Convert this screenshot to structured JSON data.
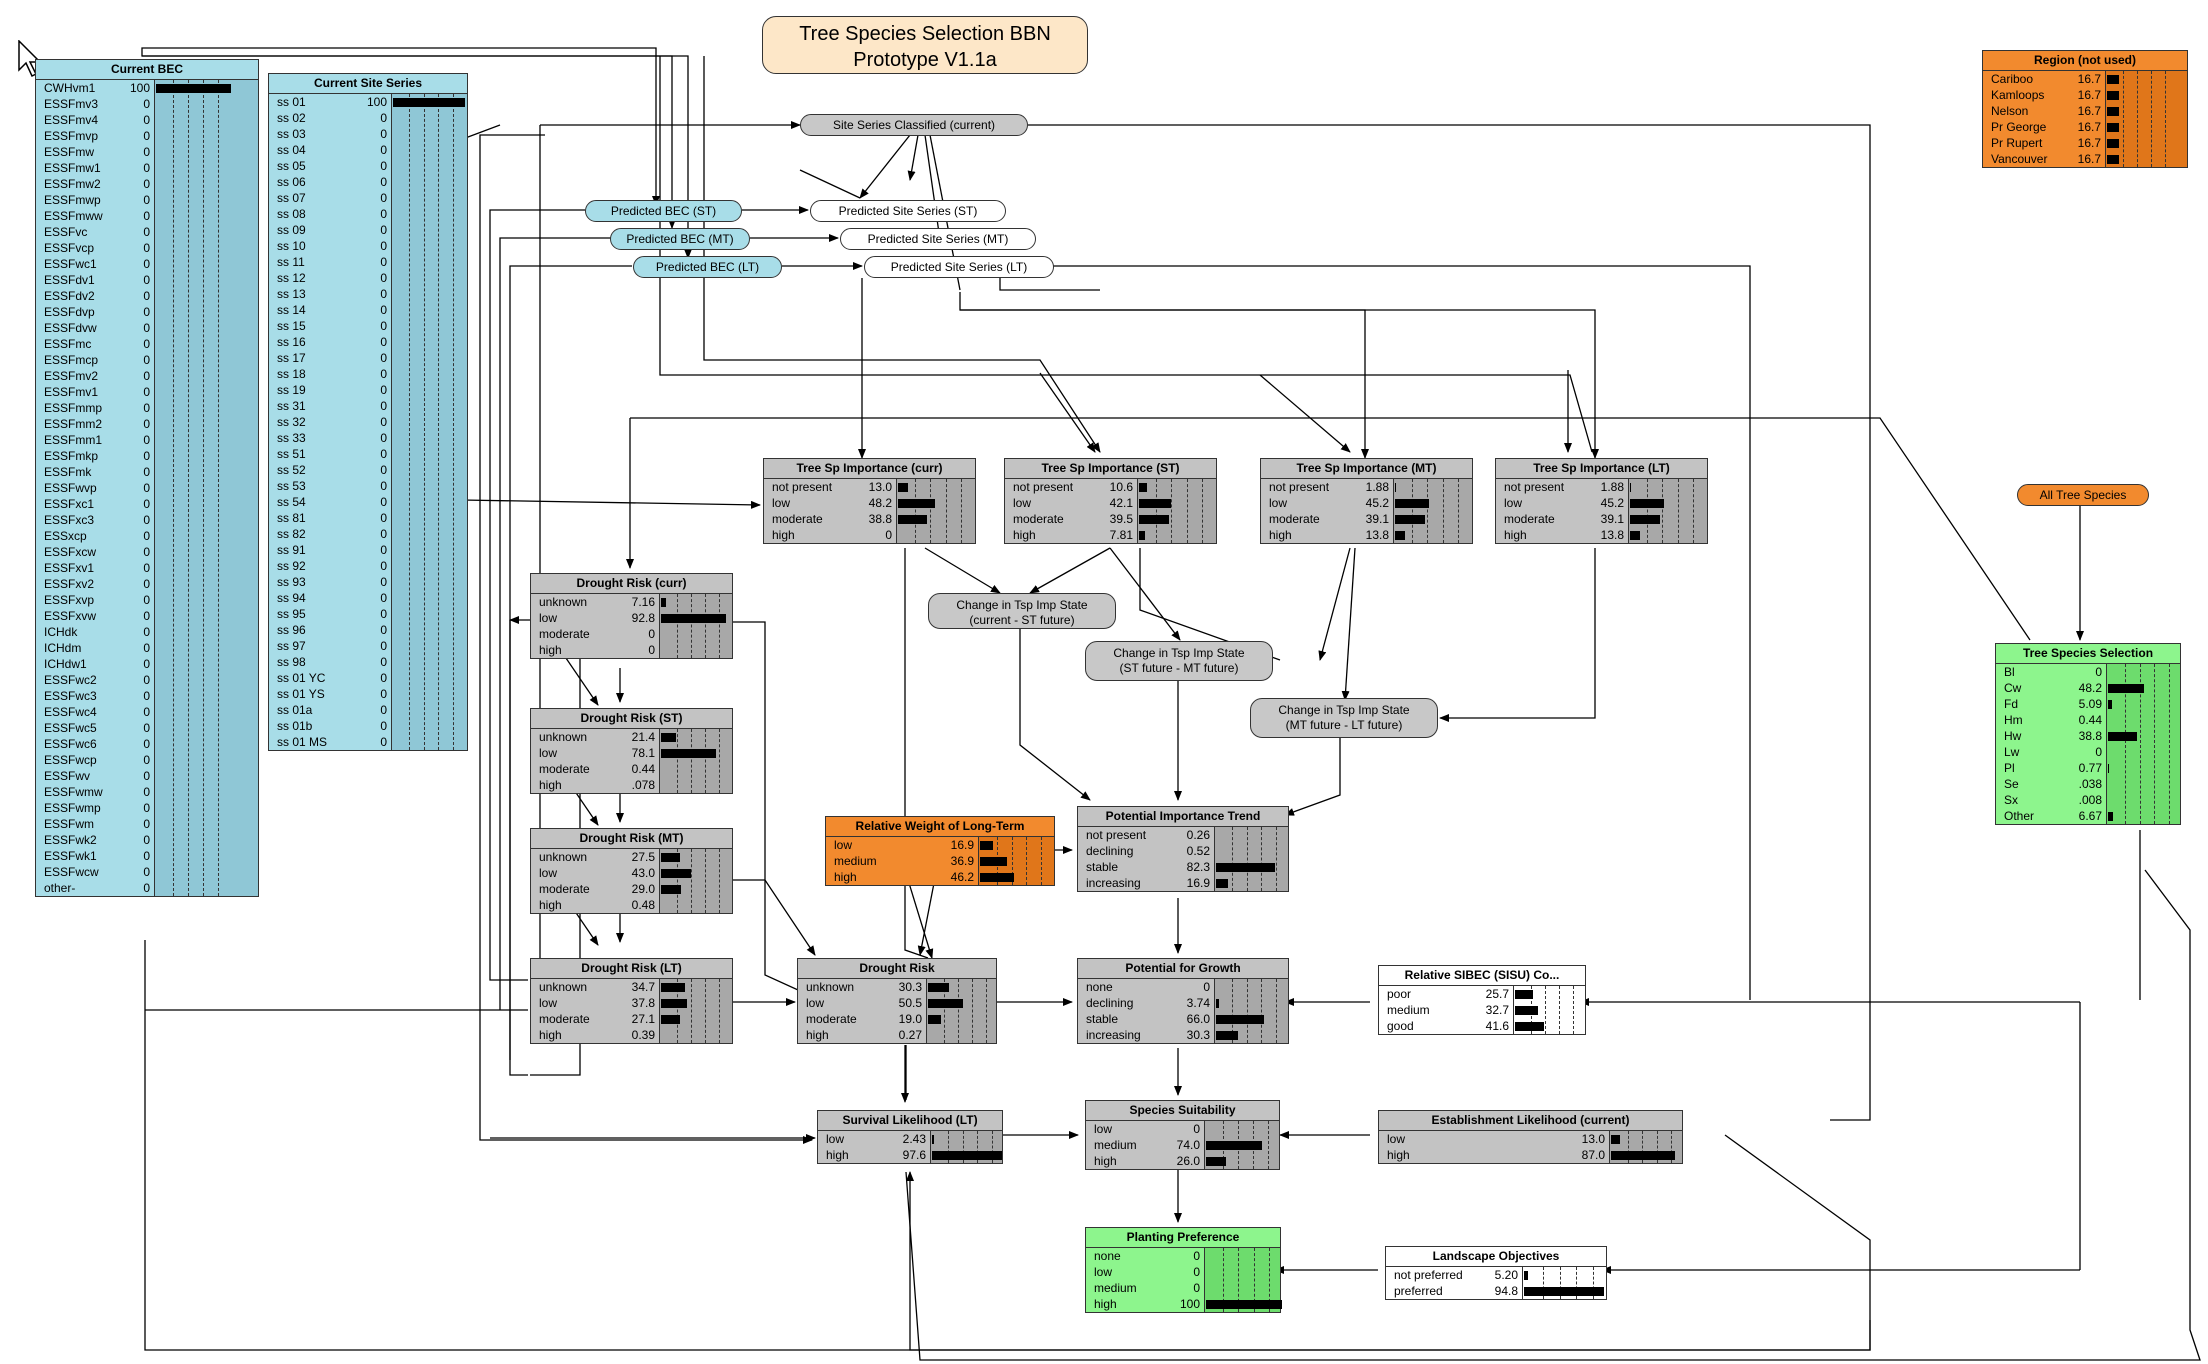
{
  "title": {
    "line1": "Tree Species Selection BBN",
    "line2": "Prototype V1.1a"
  },
  "nodes": {
    "current_bec": {
      "title": "Current BEC",
      "states": [
        {
          "label": "CWHvm1",
          "value": "100",
          "p": 1.0
        },
        {
          "label": "ESSFmv3",
          "value": "0",
          "p": 0
        },
        {
          "label": "ESSFmv4",
          "value": "0",
          "p": 0
        },
        {
          "label": "ESSFmvp",
          "value": "0",
          "p": 0
        },
        {
          "label": "ESSFmw",
          "value": "0",
          "p": 0
        },
        {
          "label": "ESSFmw1",
          "value": "0",
          "p": 0
        },
        {
          "label": "ESSFmw2",
          "value": "0",
          "p": 0
        },
        {
          "label": "ESSFmwp",
          "value": "0",
          "p": 0
        },
        {
          "label": "ESSFmww",
          "value": "0",
          "p": 0
        },
        {
          "label": "ESSFvc",
          "value": "0",
          "p": 0
        },
        {
          "label": "ESSFvcp",
          "value": "0",
          "p": 0
        },
        {
          "label": "ESSFwc1",
          "value": "0",
          "p": 0
        },
        {
          "label": "ESSFdv1",
          "value": "0",
          "p": 0
        },
        {
          "label": "ESSFdv2",
          "value": "0",
          "p": 0
        },
        {
          "label": "ESSFdvp",
          "value": "0",
          "p": 0
        },
        {
          "label": "ESSFdvw",
          "value": "0",
          "p": 0
        },
        {
          "label": "ESSFmc",
          "value": "0",
          "p": 0
        },
        {
          "label": "ESSFmcp",
          "value": "0",
          "p": 0
        },
        {
          "label": "ESSFmv2",
          "value": "0",
          "p": 0
        },
        {
          "label": "ESSFmv1",
          "value": "0",
          "p": 0
        },
        {
          "label": "ESSFmmp",
          "value": "0",
          "p": 0
        },
        {
          "label": "ESSFmm2",
          "value": "0",
          "p": 0
        },
        {
          "label": "ESSFmm1",
          "value": "0",
          "p": 0
        },
        {
          "label": "ESSFmkp",
          "value": "0",
          "p": 0
        },
        {
          "label": "ESSFmk",
          "value": "0",
          "p": 0
        },
        {
          "label": "ESSFwvp",
          "value": "0",
          "p": 0
        },
        {
          "label": "ESSFxc1",
          "value": "0",
          "p": 0
        },
        {
          "label": "ESSFxc3",
          "value": "0",
          "p": 0
        },
        {
          "label": "ESSxcp",
          "value": "0",
          "p": 0
        },
        {
          "label": "ESSFxcw",
          "value": "0",
          "p": 0
        },
        {
          "label": "ESSFxv1",
          "value": "0",
          "p": 0
        },
        {
          "label": "ESSFxv2",
          "value": "0",
          "p": 0
        },
        {
          "label": "ESSFxvp",
          "value": "0",
          "p": 0
        },
        {
          "label": "ESSFxvw",
          "value": "0",
          "p": 0
        },
        {
          "label": "ICHdk",
          "value": "0",
          "p": 0
        },
        {
          "label": "ICHdm",
          "value": "0",
          "p": 0
        },
        {
          "label": "ICHdw1",
          "value": "0",
          "p": 0
        },
        {
          "label": "ESSFwc2",
          "value": "0",
          "p": 0
        },
        {
          "label": "ESSFwc3",
          "value": "0",
          "p": 0
        },
        {
          "label": "ESSFwc4",
          "value": "0",
          "p": 0
        },
        {
          "label": "ESSFwc5",
          "value": "0",
          "p": 0
        },
        {
          "label": "ESSFwc6",
          "value": "0",
          "p": 0
        },
        {
          "label": "ESSFwcp",
          "value": "0",
          "p": 0
        },
        {
          "label": "ESSFwv",
          "value": "0",
          "p": 0
        },
        {
          "label": "ESSFwmw",
          "value": "0",
          "p": 0
        },
        {
          "label": "ESSFwmp",
          "value": "0",
          "p": 0
        },
        {
          "label": "ESSFwm",
          "value": "0",
          "p": 0
        },
        {
          "label": "ESSFwk2",
          "value": "0",
          "p": 0
        },
        {
          "label": "ESSFwk1",
          "value": "0",
          "p": 0
        },
        {
          "label": "ESSFwcw",
          "value": "0",
          "p": 0
        },
        {
          "label": "other-",
          "value": "0",
          "p": 0
        }
      ]
    },
    "current_site_series": {
      "title": "Current Site Series",
      "states": [
        {
          "label": "ss 01",
          "value": "100",
          "p": 1.0
        },
        {
          "label": "ss 02",
          "value": "0",
          "p": 0
        },
        {
          "label": "ss 03",
          "value": "0",
          "p": 0
        },
        {
          "label": "ss 04",
          "value": "0",
          "p": 0
        },
        {
          "label": "ss 05",
          "value": "0",
          "p": 0
        },
        {
          "label": "ss 06",
          "value": "0",
          "p": 0
        },
        {
          "label": "ss 07",
          "value": "0",
          "p": 0
        },
        {
          "label": "ss 08",
          "value": "0",
          "p": 0
        },
        {
          "label": "ss 09",
          "value": "0",
          "p": 0
        },
        {
          "label": "ss 10",
          "value": "0",
          "p": 0
        },
        {
          "label": "ss 11",
          "value": "0",
          "p": 0
        },
        {
          "label": "ss 12",
          "value": "0",
          "p": 0
        },
        {
          "label": "ss 13",
          "value": "0",
          "p": 0
        },
        {
          "label": "ss 14",
          "value": "0",
          "p": 0
        },
        {
          "label": "ss 15",
          "value": "0",
          "p": 0
        },
        {
          "label": "ss 16",
          "value": "0",
          "p": 0
        },
        {
          "label": "ss 17",
          "value": "0",
          "p": 0
        },
        {
          "label": "ss 18",
          "value": "0",
          "p": 0
        },
        {
          "label": "ss 19",
          "value": "0",
          "p": 0
        },
        {
          "label": "ss 31",
          "value": "0",
          "p": 0
        },
        {
          "label": "ss 32",
          "value": "0",
          "p": 0
        },
        {
          "label": "ss 33",
          "value": "0",
          "p": 0
        },
        {
          "label": "ss 51",
          "value": "0",
          "p": 0
        },
        {
          "label": "ss 52",
          "value": "0",
          "p": 0
        },
        {
          "label": "ss 53",
          "value": "0",
          "p": 0
        },
        {
          "label": "ss 54",
          "value": "0",
          "p": 0
        },
        {
          "label": "ss 81",
          "value": "0",
          "p": 0
        },
        {
          "label": "ss 82",
          "value": "0",
          "p": 0
        },
        {
          "label": "ss 91",
          "value": "0",
          "p": 0
        },
        {
          "label": "ss 92",
          "value": "0",
          "p": 0
        },
        {
          "label": "ss 93",
          "value": "0",
          "p": 0
        },
        {
          "label": "ss 94",
          "value": "0",
          "p": 0
        },
        {
          "label": "ss 95",
          "value": "0",
          "p": 0
        },
        {
          "label": "ss 96",
          "value": "0",
          "p": 0
        },
        {
          "label": "ss 97",
          "value": "0",
          "p": 0
        },
        {
          "label": "ss 98",
          "value": "0",
          "p": 0
        },
        {
          "label": "ss 01 YC",
          "value": "0",
          "p": 0
        },
        {
          "label": "ss 01 YS",
          "value": "0",
          "p": 0
        },
        {
          "label": "ss 01a",
          "value": "0",
          "p": 0
        },
        {
          "label": "ss 01b",
          "value": "0",
          "p": 0
        },
        {
          "label": "ss 01 MS",
          "value": "0",
          "p": 0
        }
      ]
    },
    "region": {
      "title": "Region (not used)",
      "states": [
        {
          "label": "Cariboo",
          "value": "16.7",
          "p": 0.167
        },
        {
          "label": "Kamloops",
          "value": "16.7",
          "p": 0.167
        },
        {
          "label": "Nelson",
          "value": "16.7",
          "p": 0.167
        },
        {
          "label": "Pr George",
          "value": "16.7",
          "p": 0.167
        },
        {
          "label": "Pr Rupert",
          "value": "16.7",
          "p": 0.167
        },
        {
          "label": "Vancouver",
          "value": "16.7",
          "p": 0.167
        }
      ]
    },
    "tsi_curr": {
      "title": "Tree Sp Importance (curr)",
      "states": [
        {
          "label": "not present",
          "value": "13.0",
          "p": 0.13
        },
        {
          "label": "low",
          "value": "48.2",
          "p": 0.482
        },
        {
          "label": "moderate",
          "value": "38.8",
          "p": 0.388
        },
        {
          "label": "high",
          "value": "0",
          "p": 0
        }
      ]
    },
    "tsi_st": {
      "title": "Tree Sp Importance (ST)",
      "states": [
        {
          "label": "not present",
          "value": "10.6",
          "p": 0.106
        },
        {
          "label": "low",
          "value": "42.1",
          "p": 0.421
        },
        {
          "label": "moderate",
          "value": "39.5",
          "p": 0.395
        },
        {
          "label": "high",
          "value": "7.81",
          "p": 0.0781
        }
      ]
    },
    "tsi_mt": {
      "title": "Tree Sp Importance (MT)",
      "states": [
        {
          "label": "not present",
          "value": "1.88",
          "p": 0.0188
        },
        {
          "label": "low",
          "value": "45.2",
          "p": 0.452
        },
        {
          "label": "moderate",
          "value": "39.1",
          "p": 0.391
        },
        {
          "label": "high",
          "value": "13.8",
          "p": 0.138
        }
      ]
    },
    "tsi_lt": {
      "title": "Tree Sp Importance (LT)",
      "states": [
        {
          "label": "not present",
          "value": "1.88",
          "p": 0.0188
        },
        {
          "label": "low",
          "value": "45.2",
          "p": 0.452
        },
        {
          "label": "moderate",
          "value": "39.1",
          "p": 0.391
        },
        {
          "label": "high",
          "value": "13.8",
          "p": 0.138
        }
      ]
    },
    "dr_curr": {
      "title": "Drought Risk (curr)",
      "states": [
        {
          "label": "unknown",
          "value": "7.16",
          "p": 0.0716
        },
        {
          "label": "low",
          "value": "92.8",
          "p": 0.928
        },
        {
          "label": "moderate",
          "value": "0",
          "p": 0
        },
        {
          "label": "high",
          "value": "0",
          "p": 0
        }
      ]
    },
    "dr_st": {
      "title": "Drought Risk (ST)",
      "states": [
        {
          "label": "unknown",
          "value": "21.4",
          "p": 0.214
        },
        {
          "label": "low",
          "value": "78.1",
          "p": 0.781
        },
        {
          "label": "moderate",
          "value": "0.44",
          "p": 0.0044
        },
        {
          "label": "high",
          "value": ".078",
          "p": 0.00078
        }
      ]
    },
    "dr_mt": {
      "title": "Drought Risk (MT)",
      "states": [
        {
          "label": "unknown",
          "value": "27.5",
          "p": 0.275
        },
        {
          "label": "low",
          "value": "43.0",
          "p": 0.43
        },
        {
          "label": "moderate",
          "value": "29.0",
          "p": 0.29
        },
        {
          "label": "high",
          "value": "0.48",
          "p": 0.0048
        }
      ]
    },
    "dr_lt": {
      "title": "Drought Risk (LT)",
      "states": [
        {
          "label": "unknown",
          "value": "34.7",
          "p": 0.347
        },
        {
          "label": "low",
          "value": "37.8",
          "p": 0.378
        },
        {
          "label": "moderate",
          "value": "27.1",
          "p": 0.271
        },
        {
          "label": "high",
          "value": "0.39",
          "p": 0.0039
        }
      ]
    },
    "dr": {
      "title": "Drought Risk",
      "states": [
        {
          "label": "unknown",
          "value": "30.3",
          "p": 0.303
        },
        {
          "label": "low",
          "value": "50.5",
          "p": 0.505
        },
        {
          "label": "moderate",
          "value": "19.0",
          "p": 0.19
        },
        {
          "label": "high",
          "value": "0.27",
          "p": 0.0027
        }
      ]
    },
    "rel_weight": {
      "title": "Relative Weight of Long-Term",
      "states": [
        {
          "label": "low",
          "value": "16.9",
          "p": 0.169
        },
        {
          "label": "medium",
          "value": "36.9",
          "p": 0.369
        },
        {
          "label": "high",
          "value": "46.2",
          "p": 0.462
        }
      ]
    },
    "pit": {
      "title": "Potential Importance Trend",
      "states": [
        {
          "label": "not present",
          "value": "0.26",
          "p": 0.0026
        },
        {
          "label": "declining",
          "value": "0.52",
          "p": 0.0052
        },
        {
          "label": "stable",
          "value": "82.3",
          "p": 0.823
        },
        {
          "label": "increasing",
          "value": "16.9",
          "p": 0.169
        }
      ]
    },
    "pfg": {
      "title": "Potential for Growth",
      "states": [
        {
          "label": "none",
          "value": "0",
          "p": 0
        },
        {
          "label": "declining",
          "value": "3.74",
          "p": 0.0374
        },
        {
          "label": "stable",
          "value": "66.0",
          "p": 0.66
        },
        {
          "label": "increasing",
          "value": "30.3",
          "p": 0.303
        }
      ]
    },
    "sibec": {
      "title": "Relative SIBEC (SISU) Co...",
      "states": [
        {
          "label": "poor",
          "value": "25.7",
          "p": 0.257
        },
        {
          "label": "medium",
          "value": "32.7",
          "p": 0.327
        },
        {
          "label": "good",
          "value": "41.6",
          "p": 0.416
        }
      ]
    },
    "surv": {
      "title": "Survival Likelihood (LT)",
      "states": [
        {
          "label": "low",
          "value": "2.43",
          "p": 0.0243
        },
        {
          "label": "high",
          "value": "97.6",
          "p": 0.976
        }
      ]
    },
    "suit": {
      "title": "Species Suitability",
      "states": [
        {
          "label": "low",
          "value": "0",
          "p": 0
        },
        {
          "label": "medium",
          "value": "74.0",
          "p": 0.74
        },
        {
          "label": "high",
          "value": "26.0",
          "p": 0.26
        }
      ]
    },
    "estab": {
      "title": "Establishment Likelihood          (current)",
      "states": [
        {
          "label": "low",
          "value": "13.0",
          "p": 0.13
        },
        {
          "label": "high",
          "value": "87.0",
          "p": 0.87
        }
      ]
    },
    "plant": {
      "title": "Planting Preference",
      "states": [
        {
          "label": "none",
          "value": "0",
          "p": 0
        },
        {
          "label": "low",
          "value": "0",
          "p": 0
        },
        {
          "label": "medium",
          "value": "0",
          "p": 0
        },
        {
          "label": "high",
          "value": "100",
          "p": 1.0
        }
      ]
    },
    "land": {
      "title": "Landscape Objectives",
      "states": [
        {
          "label": "not preferred",
          "value": "5.20",
          "p": 0.052
        },
        {
          "label": "preferred",
          "value": "94.8",
          "p": 0.948
        }
      ]
    },
    "tss": {
      "title": "Tree Species Selection",
      "states": [
        {
          "label": "Bl",
          "value": "0",
          "p": 0
        },
        {
          "label": "Cw",
          "value": "48.2",
          "p": 0.482
        },
        {
          "label": "Fd",
          "value": "5.09",
          "p": 0.0509
        },
        {
          "label": "Hm",
          "value": "0.44",
          "p": 0.0044
        },
        {
          "label": "Hw",
          "value": "38.8",
          "p": 0.388
        },
        {
          "label": "Lw",
          "value": "0",
          "p": 0
        },
        {
          "label": "Pl",
          "value": "0.77",
          "p": 0.0077
        },
        {
          "label": "Se",
          "value": ".038",
          "p": 0.00038
        },
        {
          "label": "Sx",
          "value": ".008",
          "p": 8e-05
        },
        {
          "label": "Other",
          "value": "6.67",
          "p": 0.0667
        }
      ]
    }
  },
  "ovals": {
    "ssc": "Site Series Classified (current)",
    "pbec_st": "Predicted BEC (ST)",
    "pbec_mt": "Predicted BEC (MT)",
    "pbec_lt": "Predicted BEC (LT)",
    "pss_st": "Predicted Site Series (ST)",
    "pss_mt": "Predicted Site Series (MT)",
    "pss_lt": "Predicted Site Series (LT)",
    "all_species": "All Tree Species"
  },
  "change_nodes": {
    "c1": {
      "line1": "Change in Tsp Imp State",
      "line2": "(current - ST future)"
    },
    "c2": {
      "line1": "Change in Tsp Imp State",
      "line2": "(ST future - MT future)"
    },
    "c3": {
      "line1": "Change in Tsp Imp State",
      "line2": "(MT future - LT future)"
    }
  },
  "colors": {
    "gray": "#c3c3c3",
    "cyan": "#a8dde8",
    "orange": "#f28a2e",
    "green": "#8df58d",
    "title_fill": "#fde7c8"
  }
}
